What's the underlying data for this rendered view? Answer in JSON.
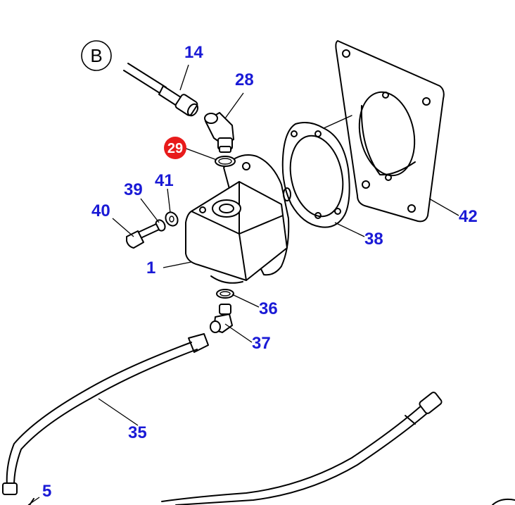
{
  "colors": {
    "label": "#1a1ad6",
    "highlight_fill": "#e81b1b",
    "highlight_text": "#ffffff",
    "line": "#000000"
  },
  "reference": {
    "text": "B"
  },
  "labels": {
    "p14": "14",
    "p28": "28",
    "p29": "29",
    "p39": "39",
    "p41": "41",
    "p40": "40",
    "p1": "1",
    "p38": "38",
    "p42": "42",
    "p36": "36",
    "p37": "37",
    "p35": "35",
    "p5": "5"
  }
}
